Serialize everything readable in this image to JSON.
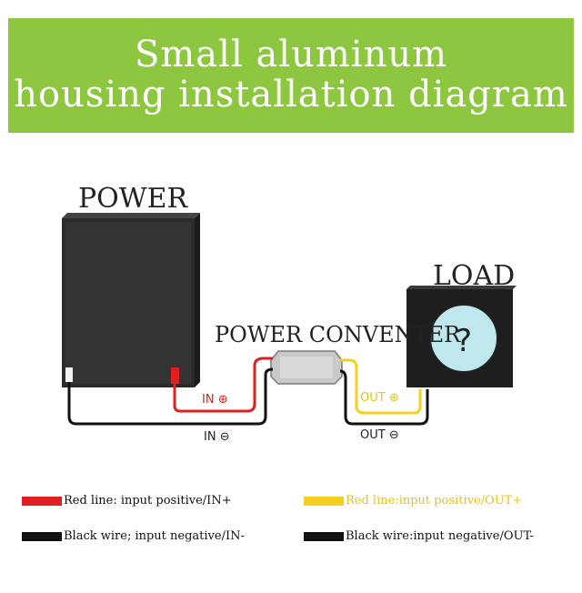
{
  "title": {
    "line1": "Small aluminum",
    "line2": "housing installation diagram"
  },
  "diagram": {
    "power_label": "POWER",
    "load_label": "LOAD",
    "load_symbol": "?",
    "converter_label": "POWER CONVENTER",
    "in_plus": "IN ⊕",
    "in_minus": "IN ⊖",
    "out_plus": "OUT ⊕",
    "out_minus": "OUT ⊖"
  },
  "legend": {
    "red": "Red line: input positive/IN+",
    "yellow": "Red line:input positive/OUT+",
    "black_in": "Black wire; input negative/IN-",
    "black_out": "Black wire:input negative/OUT-"
  },
  "colors": {
    "banner": "#8dc63f",
    "red_wire": "#e02020",
    "yellow_wire": "#f5d020",
    "black_wire": "#111111",
    "load_screen": "#bfe8ee"
  }
}
